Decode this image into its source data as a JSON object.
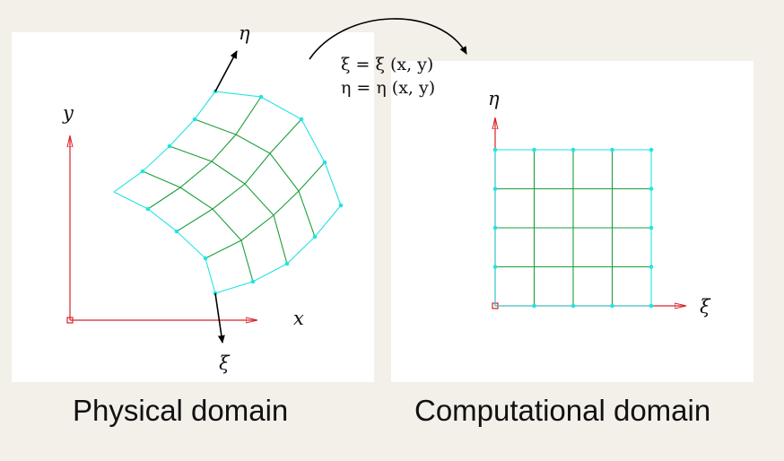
{
  "physical": {
    "caption": "Physical domain",
    "axis_x_label": "x",
    "axis_y_label": "y",
    "xi_label": "ξ",
    "eta_label": "η"
  },
  "computational": {
    "caption": "Computational domain",
    "axis_xi_label": "ξ",
    "axis_eta_label": "η"
  },
  "mapping": {
    "line1": "ξ = ξ (x, y)",
    "line2": "η = η (x, y)"
  },
  "colors": {
    "background": "#f3efe9",
    "panel": "#ffffff",
    "axis": "#d9232a",
    "grid_boundary": "#22e3e3",
    "grid_interior": "#1a9e3a",
    "node": "#22e3e3",
    "arrow": "#000000"
  }
}
